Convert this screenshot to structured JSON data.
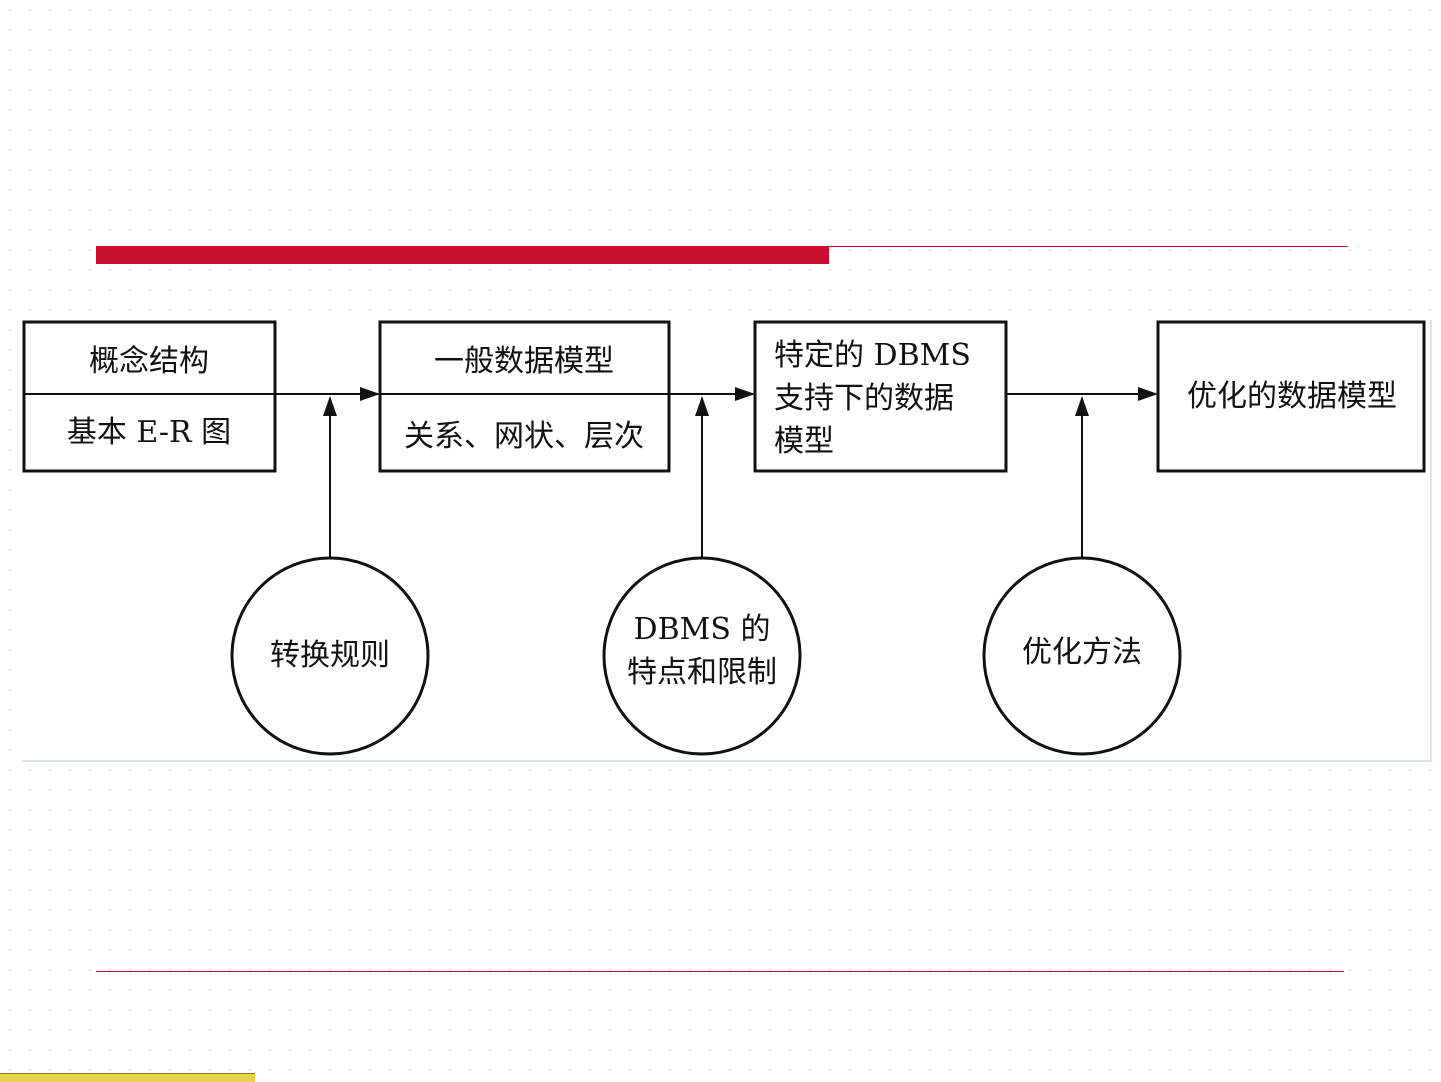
{
  "diagram": {
    "box1": {
      "top": "概念结构",
      "bottom": "基本 E-R 图"
    },
    "box2": {
      "top": "一般数据模型",
      "bottom": "关系、网状、层次"
    },
    "box3": {
      "lines": [
        "特定的 DBMS",
        "支持下的数据",
        "模型"
      ]
    },
    "box4": {
      "label": "优化的数据模型"
    },
    "circle1": {
      "lines": [
        "转换规则"
      ]
    },
    "circle2": {
      "lines": [
        "DBMS 的",
        "特点和限制"
      ]
    },
    "circle3": {
      "lines": [
        "优化方法"
      ]
    }
  },
  "colors": {
    "accent_red": "#c8102e",
    "footer_yellow": "#e6d34a"
  }
}
